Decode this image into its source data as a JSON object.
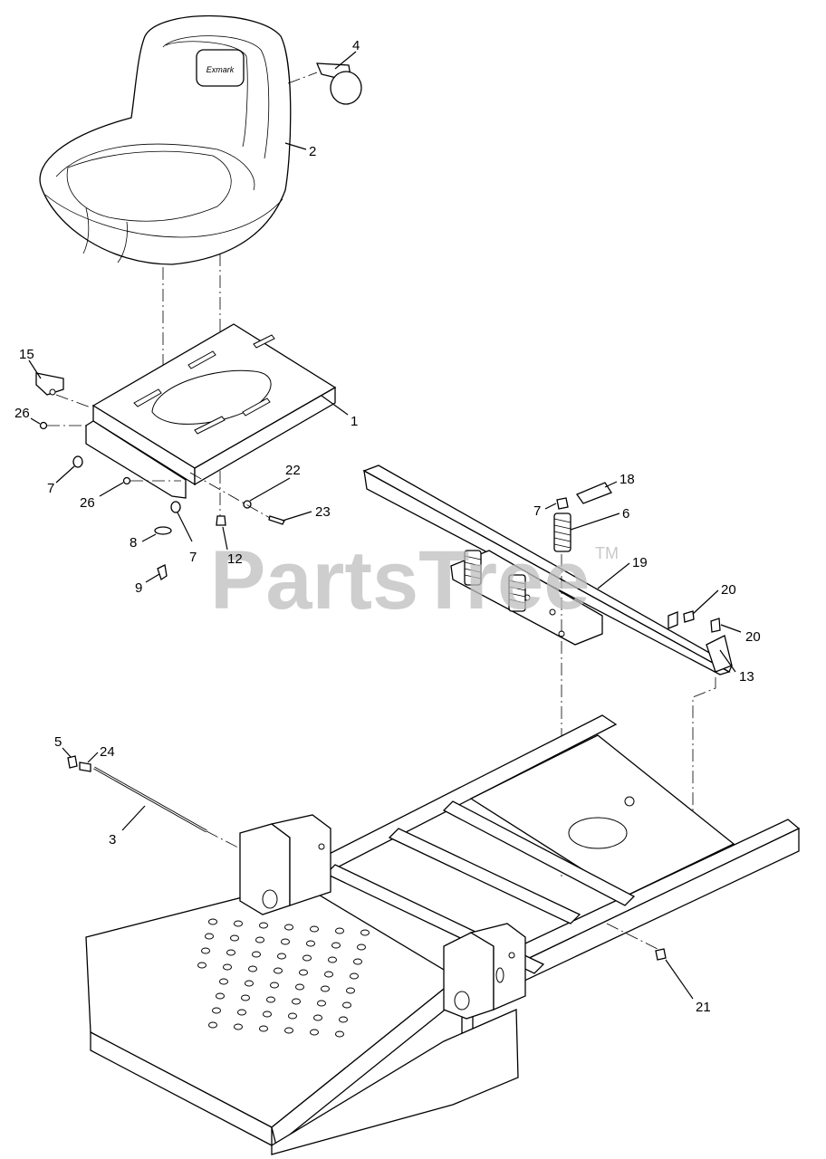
{
  "watermark": {
    "text": "PartsTree",
    "trademark": "TM"
  },
  "seat_logo_text": "Exmark",
  "callouts": [
    {
      "id": "c4",
      "label": "4"
    },
    {
      "id": "c2",
      "label": "2"
    },
    {
      "id": "c15",
      "label": "15"
    },
    {
      "id": "c1",
      "label": "1"
    },
    {
      "id": "c26a",
      "label": "26"
    },
    {
      "id": "c7a",
      "label": "7"
    },
    {
      "id": "c26b",
      "label": "26"
    },
    {
      "id": "c22",
      "label": "22"
    },
    {
      "id": "c23",
      "label": "23"
    },
    {
      "id": "c8",
      "label": "8"
    },
    {
      "id": "c7b",
      "label": "7"
    },
    {
      "id": "c12",
      "label": "12"
    },
    {
      "id": "c9",
      "label": "9"
    },
    {
      "id": "c18",
      "label": "18"
    },
    {
      "id": "c7c",
      "label": "7"
    },
    {
      "id": "c6",
      "label": "6"
    },
    {
      "id": "c19",
      "label": "19"
    },
    {
      "id": "c20a",
      "label": "20"
    },
    {
      "id": "c20b",
      "label": "20"
    },
    {
      "id": "c13",
      "label": "13"
    },
    {
      "id": "c5",
      "label": "5"
    },
    {
      "id": "c24",
      "label": "24"
    },
    {
      "id": "c3",
      "label": "3"
    },
    {
      "id": "c21",
      "label": "21"
    }
  ]
}
